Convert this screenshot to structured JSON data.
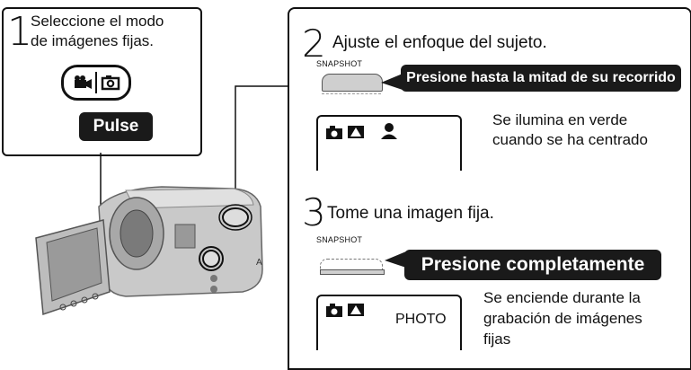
{
  "step1": {
    "number": "1",
    "text_line1": "Seleccione el modo",
    "text_line2": "de imágenes fijas.",
    "button_label": "Pulse"
  },
  "step2": {
    "number": "2",
    "title": "Ajuste el enfoque del sujeto.",
    "snapshot_label": "SNAPSHOT",
    "press_label": "Presione hasta la mitad de su recorrido",
    "note_line1": "Se ilumina en verde",
    "note_line2": "cuando se ha centrado"
  },
  "step3": {
    "number": "3",
    "title": "Tome una imagen fija.",
    "snapshot_label": "SNAPSHOT",
    "press_label": "Presione completamente",
    "lcd_text": "PHOTO",
    "note_line1": "Se enciende durante la",
    "note_line2": "grabación de imágenes",
    "note_line3": "fijas"
  }
}
